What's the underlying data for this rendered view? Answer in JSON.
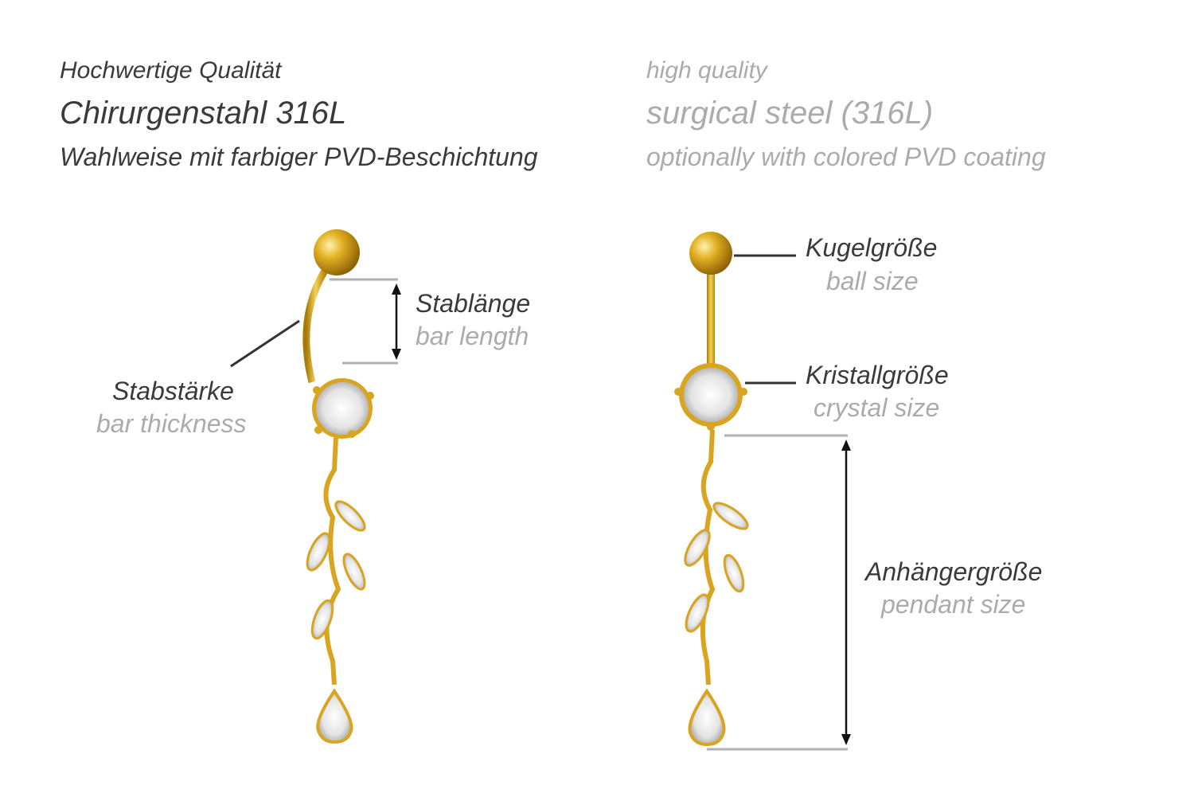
{
  "header": {
    "german": {
      "line1": "Hochwertige Qualität",
      "line2": "Chirurgenstahl 316L",
      "line3": "Wahlweise mit farbiger PVD-Beschichtung"
    },
    "english": {
      "line1": "high quality",
      "line2": "surgical steel (316L)",
      "line3": "optionally with colored PVD coating"
    }
  },
  "labels": {
    "bar_length": {
      "de": "Stablänge",
      "en": "bar length"
    },
    "bar_thickness": {
      "de": "Stabstärke",
      "en": "bar thickness"
    },
    "ball_size": {
      "de": "Kugelgröße",
      "en": "ball size"
    },
    "crystal_size": {
      "de": "Kristallgröße",
      "en": "crystal size"
    },
    "pendant_size": {
      "de": "Anhängergröße",
      "en": "pendant size"
    }
  },
  "colors": {
    "gold": "#d9a520",
    "text_dark": "#3a3a3a",
    "text_gray": "#ababab",
    "guide": "#b0b0b0"
  }
}
